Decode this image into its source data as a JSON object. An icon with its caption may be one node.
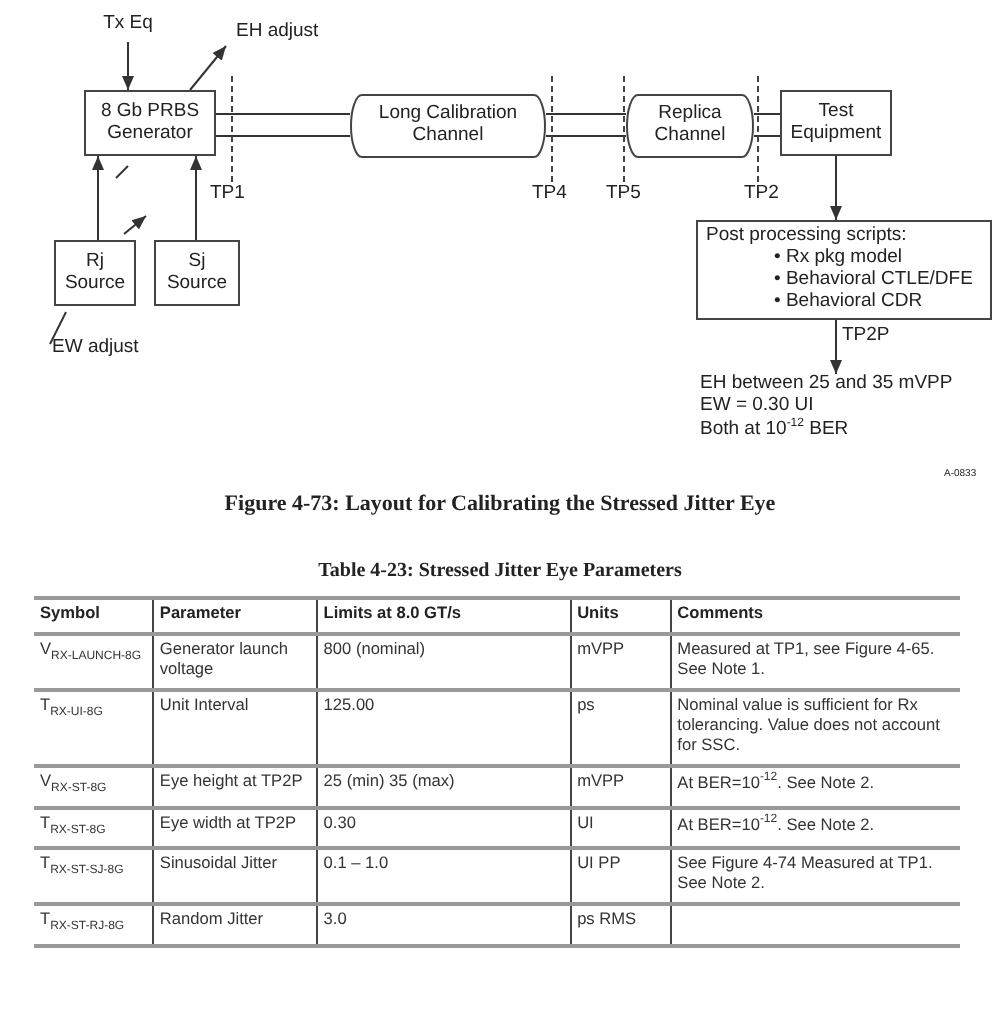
{
  "diagram": {
    "caption": "Figure 4-73:  Layout for Calibrating the Stressed Jitter Eye",
    "nodes": [
      {
        "text": [
          "Tx Eq"
        ]
      },
      {
        "text": [
          "8 Gb PRBS Generator"
        ]
      },
      {
        "text": [
          "Long Calibration Channel"
        ]
      },
      {
        "text": [
          "Replica Channel"
        ]
      },
      {
        "text": [
          "Test Equipment"
        ]
      },
      {
        "text": [
          "Rj Source"
        ]
      },
      {
        "text": [
          "Sj Source"
        ]
      },
      {
        "text": [
          "Post processing scripts:",
          "• Rx pkg model",
          "• Behavioral CTLE/DFE",
          "• Behavioral CDR"
        ]
      },
      {
        "text": [
          "EH between 25 and 35 mVPP",
          "EW = 0.30 UI",
          "Both at 10$^{-12}$ BER"
        ]
      }
    ],
    "edges": [
      {
        "from": 0,
        "to": 1,
        "arrow": "to"
      },
      {
        "from": 5,
        "to": 1,
        "arrow": "to"
      },
      {
        "from": 6,
        "to": 1,
        "arrow": "to"
      },
      {
        "from": 1,
        "to": 2,
        "arrow": "none"
      },
      {
        "from": 2,
        "to": 3,
        "arrow": "none"
      },
      {
        "from": 3,
        "to": 4,
        "arrow": "none"
      },
      {
        "from": 4,
        "to": 7,
        "arrow": "to"
      },
      {
        "from": 7,
        "to": 8,
        "arrow": "to",
        "label": "TP2P"
      }
    ],
    "labels": [
      "EH adjust",
      "TP1",
      "TP4",
      "TP5",
      "TP2",
      "EW adjust",
      "A-0833",
      "Table 4-23:  Stressed Jitter Eye Parameters",
      "Symbol",
      "Parameter",
      "Limits at 8.0 GT/s",
      "Units",
      "Comments",
      "V$_{RX-LAUNCH-8G}$",
      "Generator launch voltage",
      "800 (nominal)",
      "mVPP",
      "Measured at TP1, see Figure 4-65. See Note 1.",
      "T$_{RX-UI-8G}$",
      "Unit Interval",
      "125.00",
      "ps",
      "Nominal value is sufficient for Rx tolerancing. Value does not account for SSC.",
      "V$_{RX-ST-8G}$",
      "Eye height at TP2P",
      "25 (min) 35 (max)",
      "mVPP",
      "At BER=10$^{-12}$.  See Note 2.",
      "T$_{RX-ST-8G}$",
      "Eye width at TP2P",
      "0.30",
      "UI",
      "At BER=10$^{-12}$.  See Note 2.",
      "T$_{RX-ST-SJ-8G}$",
      "Sinusoidal Jitter",
      "0.1 – 1.0",
      "UI PP",
      "See Figure 4-74 Measured at TP1. See Note 2.",
      "T$_{RX-ST-RJ-8G}$",
      "Random Jitter",
      "3.0",
      "ps RMS"
    ]
  }
}
